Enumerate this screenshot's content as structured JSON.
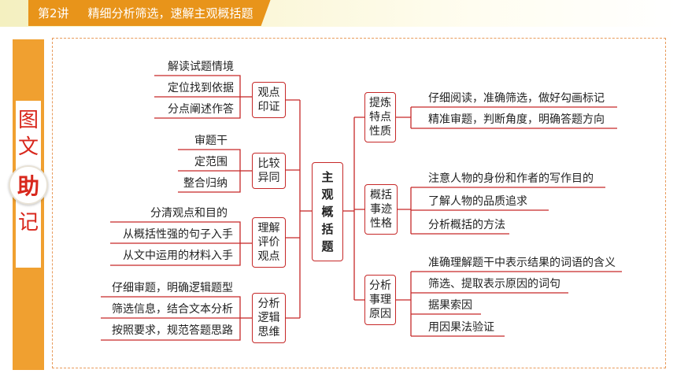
{
  "header": {
    "lesson": "第2讲",
    "title": "精细分析筛选，速解主观概括题"
  },
  "sidebar": {
    "chars": [
      "图",
      "文"
    ],
    "seal_char": "助",
    "last_char": "记"
  },
  "center": {
    "chars": [
      "主",
      "观",
      "概",
      "括",
      "题"
    ]
  },
  "left_branches": [
    {
      "label_lines": [
        "观点",
        "印证"
      ],
      "leaves": [
        "解读试题情境",
        "定位找到依据",
        "分点阐述作答"
      ]
    },
    {
      "label_lines": [
        "比较",
        "异同"
      ],
      "leaves": [
        "审题干",
        "定范围",
        "整合归纳"
      ]
    },
    {
      "label_lines": [
        "理解",
        "评价",
        "观点"
      ],
      "leaves": [
        "分清观点和目的",
        "从概括性强的句子入手",
        "从文中运用的材料入手"
      ]
    },
    {
      "label_lines": [
        "分析",
        "逻辑",
        "思维"
      ],
      "leaves": [
        "仔细审题，明确逻辑题型",
        "筛选信息，结合文本分析",
        "按照要求，规范答题思路"
      ]
    }
  ],
  "right_branches": [
    {
      "label_lines": [
        "提炼",
        "特点",
        "性质"
      ],
      "leaves": [
        "仔细阅读，准确筛选，做好勾画标记",
        "精准审题，判断角度，明确答题方向"
      ]
    },
    {
      "label_lines": [
        "概括",
        "事迹",
        "性格"
      ],
      "leaves": [
        "注意人物的身份和作者的写作目的",
        "了解人物的品质追求",
        "分析概括的方法"
      ]
    },
    {
      "label_lines": [
        "分析",
        "事理",
        "原因"
      ],
      "leaves": [
        "准确理解题干中表示结果的词语的含义",
        "筛选、提取表示原因的词句",
        "据果索因",
        "用因果法验证"
      ]
    }
  ],
  "colors": {
    "accent": "#e8941a",
    "sidebar": "#f0a030",
    "node_border": "#c62828",
    "line": "#c62828",
    "frame_dash": "#e89a5a",
    "title_red": "#d8271c"
  },
  "icons": [
    "seal-icon"
  ]
}
